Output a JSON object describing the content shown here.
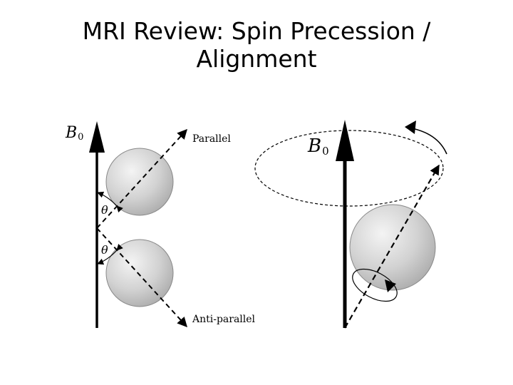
{
  "title": "MRI Review: Spin Precession / Alignment",
  "left_diagram": {
    "field_label": "B",
    "field_subscript": "0",
    "parallel_label": "Parallel",
    "antiparallel_label": "Anti-parallel",
    "angle_label_top": "θ",
    "angle_label_bottom": "θ"
  },
  "right_diagram": {
    "field_label": "B",
    "field_subscript": "0"
  },
  "colors": {
    "ink": "#000000",
    "sphere_light": "#f4f4f4",
    "sphere_dark": "#a8a8a8"
  },
  "icons": [
    "field-arrow-icon",
    "spin-arrow-icon",
    "precession-arrow-icon"
  ]
}
